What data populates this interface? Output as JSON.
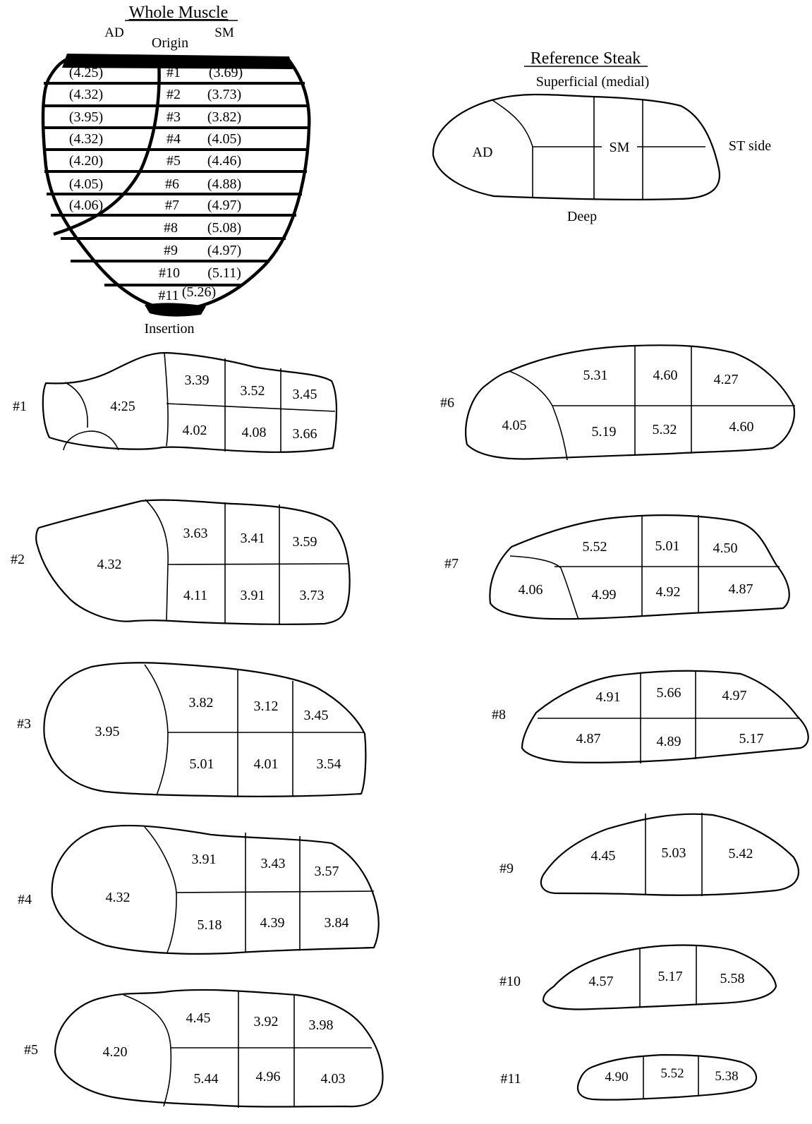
{
  "whole_muscle": {
    "title": "Whole Muscle",
    "label_ad": "AD",
    "label_sm": "SM",
    "label_origin": "Origin",
    "label_insertion": "Insertion",
    "ad_values": [
      "(4.25)",
      "(4.32)",
      "(3.95)",
      "(4.32)",
      "(4.20)",
      "(4.05)",
      "(4.06)"
    ],
    "rows": [
      {
        "num": "#1",
        "val": "(3.69)"
      },
      {
        "num": "#2",
        "val": "(3.73)"
      },
      {
        "num": "#3",
        "val": "(3.82)"
      },
      {
        "num": "#4",
        "val": "(4.05)"
      },
      {
        "num": "#5",
        "val": "(4.46)"
      },
      {
        "num": "#6",
        "val": "(4.88)"
      },
      {
        "num": "#7",
        "val": "(4.97)"
      },
      {
        "num": "#8",
        "val": "(5.08)"
      },
      {
        "num": "#9",
        "val": "(4.97)"
      },
      {
        "num": "#10",
        "val": "(5.11)"
      },
      {
        "num": "#11",
        "val": "(5.26)"
      }
    ]
  },
  "reference": {
    "title": "Reference Steak",
    "superficial": "Superficial (medial)",
    "deep": "Deep",
    "ad": "AD",
    "sm": "SM",
    "st_side": "ST side"
  },
  "steaks": [
    {
      "label": "#1",
      "ad": "4:25",
      "top": [
        "3.39",
        "3.52",
        "3.45"
      ],
      "bottom": [
        "4.02",
        "4.08",
        "3.66"
      ]
    },
    {
      "label": "#2",
      "ad": "4.32",
      "top": [
        "3.63",
        "3.41",
        "3.59"
      ],
      "bottom": [
        "4.11",
        "3.91",
        "3.73"
      ]
    },
    {
      "label": "#3",
      "ad": "3.95",
      "top": [
        "3.82",
        "3.12",
        "3.45"
      ],
      "bottom": [
        "5.01",
        "4.01",
        "3.54"
      ]
    },
    {
      "label": "#4",
      "ad": "4.32",
      "top": [
        "3.91",
        "3.43",
        "3.57"
      ],
      "bottom": [
        "5.18",
        "4.39",
        "3.84"
      ]
    },
    {
      "label": "#5",
      "ad": "4.20",
      "top": [
        "4.45",
        "3.92",
        "3.98"
      ],
      "bottom": [
        "5.44",
        "4.96",
        "4.03"
      ]
    },
    {
      "label": "#6",
      "ad": "4.05",
      "top": [
        "5.31",
        "4.60",
        "4.27"
      ],
      "bottom": [
        "5.19",
        "5.32",
        "4.60"
      ]
    },
    {
      "label": "#7",
      "ad": "4.06",
      "top": [
        "5.52",
        "5.01",
        "4.50"
      ],
      "bottom": [
        "4.99",
        "4.92",
        "4.87"
      ]
    },
    {
      "label": "#8",
      "top": [
        "4.91",
        "5.66",
        "4.97"
      ],
      "bottom": [
        "4.87",
        "4.89",
        "5.17"
      ]
    },
    {
      "label": "#9",
      "cells": [
        "4.45",
        "5.03",
        "5.42"
      ]
    },
    {
      "label": "#10",
      "cells": [
        "4.57",
        "5.17",
        "5.58"
      ]
    },
    {
      "label": "#11",
      "cells": [
        "4.90",
        "5.52",
        "5.38"
      ]
    }
  ]
}
